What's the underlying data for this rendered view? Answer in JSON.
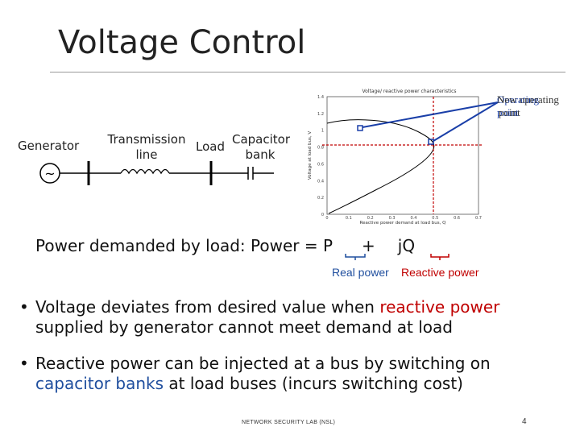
{
  "slide": {
    "title": "Voltage Control",
    "page_number": "4",
    "footer": "NETWORK SECURITY LAB (NSL)"
  },
  "diagram": {
    "generator_label": "Generator",
    "generator_symbol": "~",
    "transmission_label_1": "Transmission",
    "transmission_label_2": "line",
    "load_label": "Load",
    "capacitor_label_1": "Capacitor",
    "capacitor_label_2": "bank"
  },
  "chart": {
    "title": "Voltage/ reactive power characteristics",
    "xlabel": "Reactive power demand at load bus, Q",
    "ylabel": "Voltage at load bus, V",
    "xticks": [
      "0",
      "0.1",
      "0.2",
      "0.3",
      "0.4",
      "0.5",
      "0.6",
      "0.7"
    ],
    "yticks": [
      "1.4",
      "1.2",
      "1",
      "0.8",
      "0.6",
      "0.4",
      "0.2",
      "0"
    ],
    "annotation_overlap_1": "Operating",
    "annotation_overlap_2": "New operating",
    "annotation_overlap_3": "point",
    "annotation_overlap_4": "point"
  },
  "equation": {
    "prefix": "Power demanded by load:  Power = ",
    "p": "P",
    "plus": "+",
    "jq": "jQ",
    "real_label": "Real power",
    "reactive_label": "Reactive power"
  },
  "bullets": {
    "b1_part1": "Voltage deviates from desired value when ",
    "b1_red": "reactive power",
    "b1_part2": "supplied by generator cannot meet demand at load",
    "b2_part1": "Reactive power can be injected at a bus by switching on",
    "b2_blue": "capacitor banks",
    "b2_part2": " at load buses (incurs switching cost)"
  },
  "colors": {
    "red": "#c00000",
    "blue": "#1f4e9e",
    "arrow_blue": "#1a3fa8"
  }
}
